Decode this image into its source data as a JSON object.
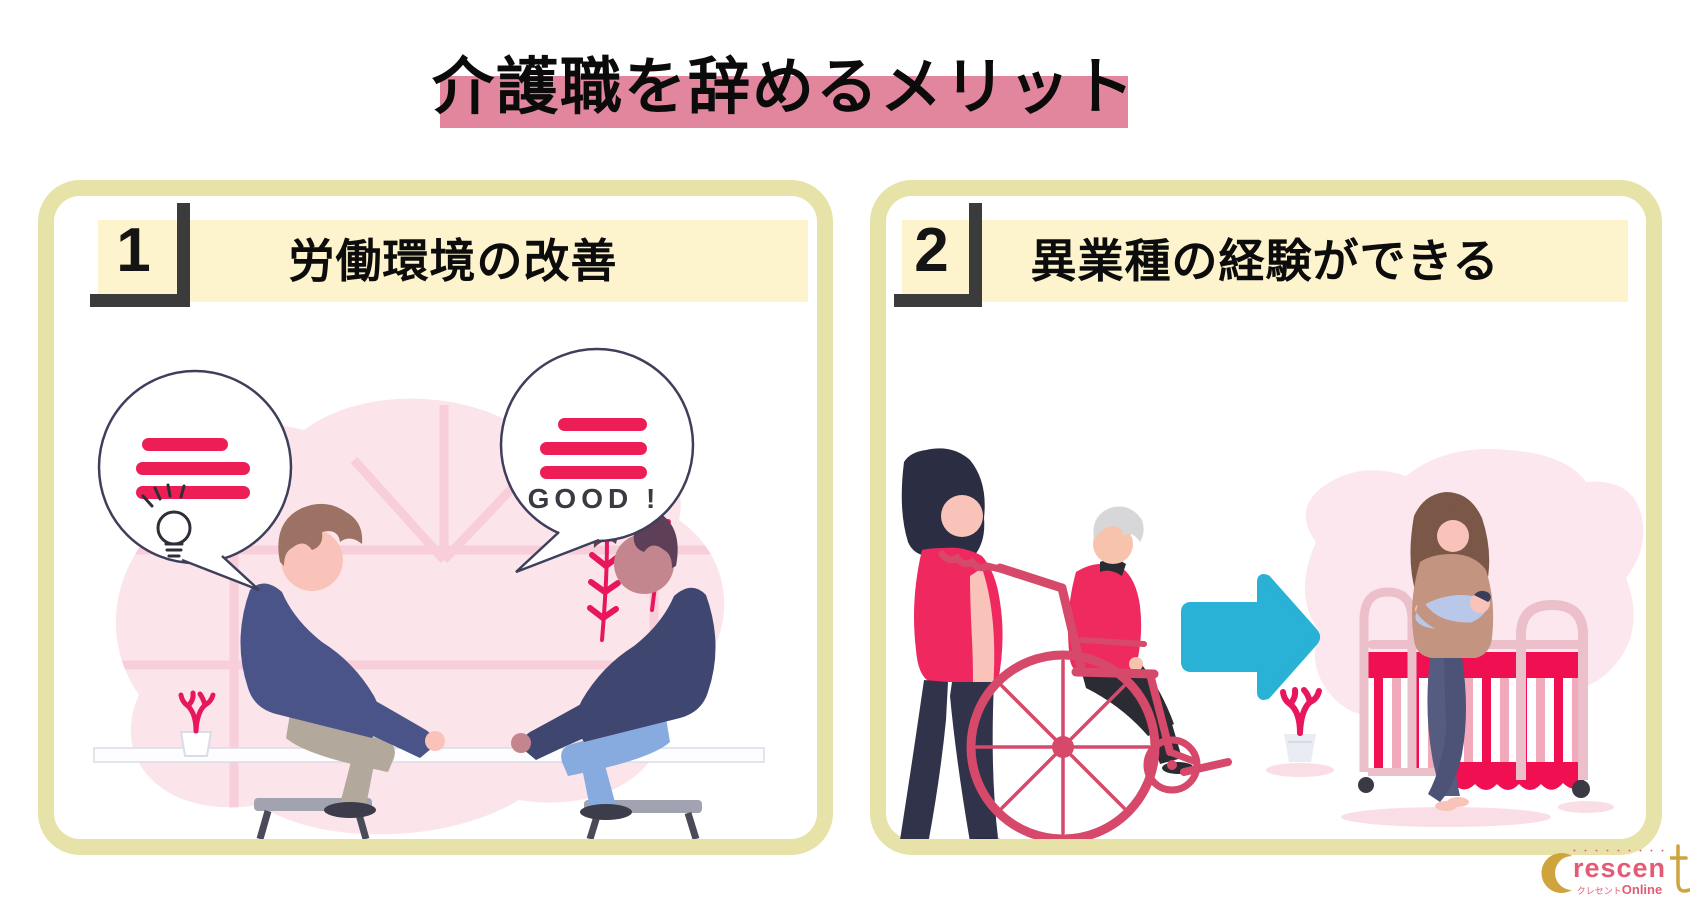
{
  "title": {
    "text": "介護職を辞めるメリット"
  },
  "panels": [
    {
      "number": "1",
      "heading": "労働環境の改善"
    },
    {
      "number": "2",
      "heading": "異業種の経験ができる"
    }
  ],
  "bubbles": {
    "good": "GOOD !"
  },
  "logo": {
    "rescen": "rescen",
    "dots": "・・・・・・・・・",
    "jp": "クレセント",
    "en": "Online"
  },
  "colors": {
    "title_band": "#e2869e",
    "panel_border": "#e6e2a8",
    "header_band": "#fdf3cc",
    "bracket_dark": "#3b3b3b",
    "accent_crimson": "#ed1e56",
    "wheelchair_rose": "#d6496b",
    "arrow_cyan": "#29b1d6",
    "blob_pink": "#fbe5eb",
    "logo_gold": "#cfa43d",
    "logo_pink": "#e25c77"
  }
}
